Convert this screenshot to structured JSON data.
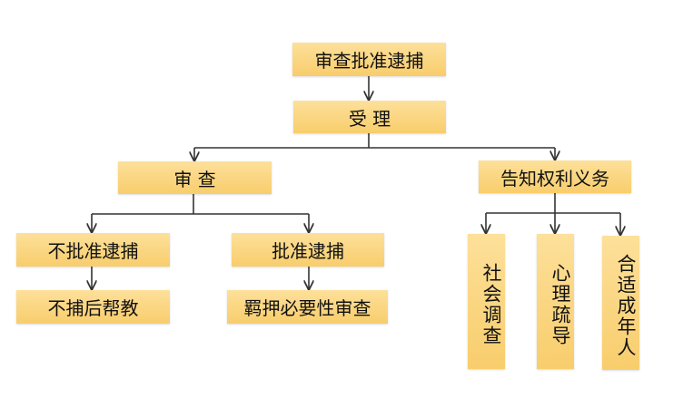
{
  "nodes": {
    "root": "审查批准逮捕",
    "accept": "受 理",
    "review": "审 查",
    "inform": "告知权利义务",
    "no_arrest": "不批准逮捕",
    "approve_arrest": "批准逮捕",
    "post_help": "不捕后帮教",
    "detention_review": "羁押必要性审查",
    "social_survey": "社会调查",
    "psych_counsel": "心理疏导",
    "adult_present": "合适成年人"
  },
  "colors": {
    "box": "#f8cd6c",
    "line": "#333333"
  }
}
